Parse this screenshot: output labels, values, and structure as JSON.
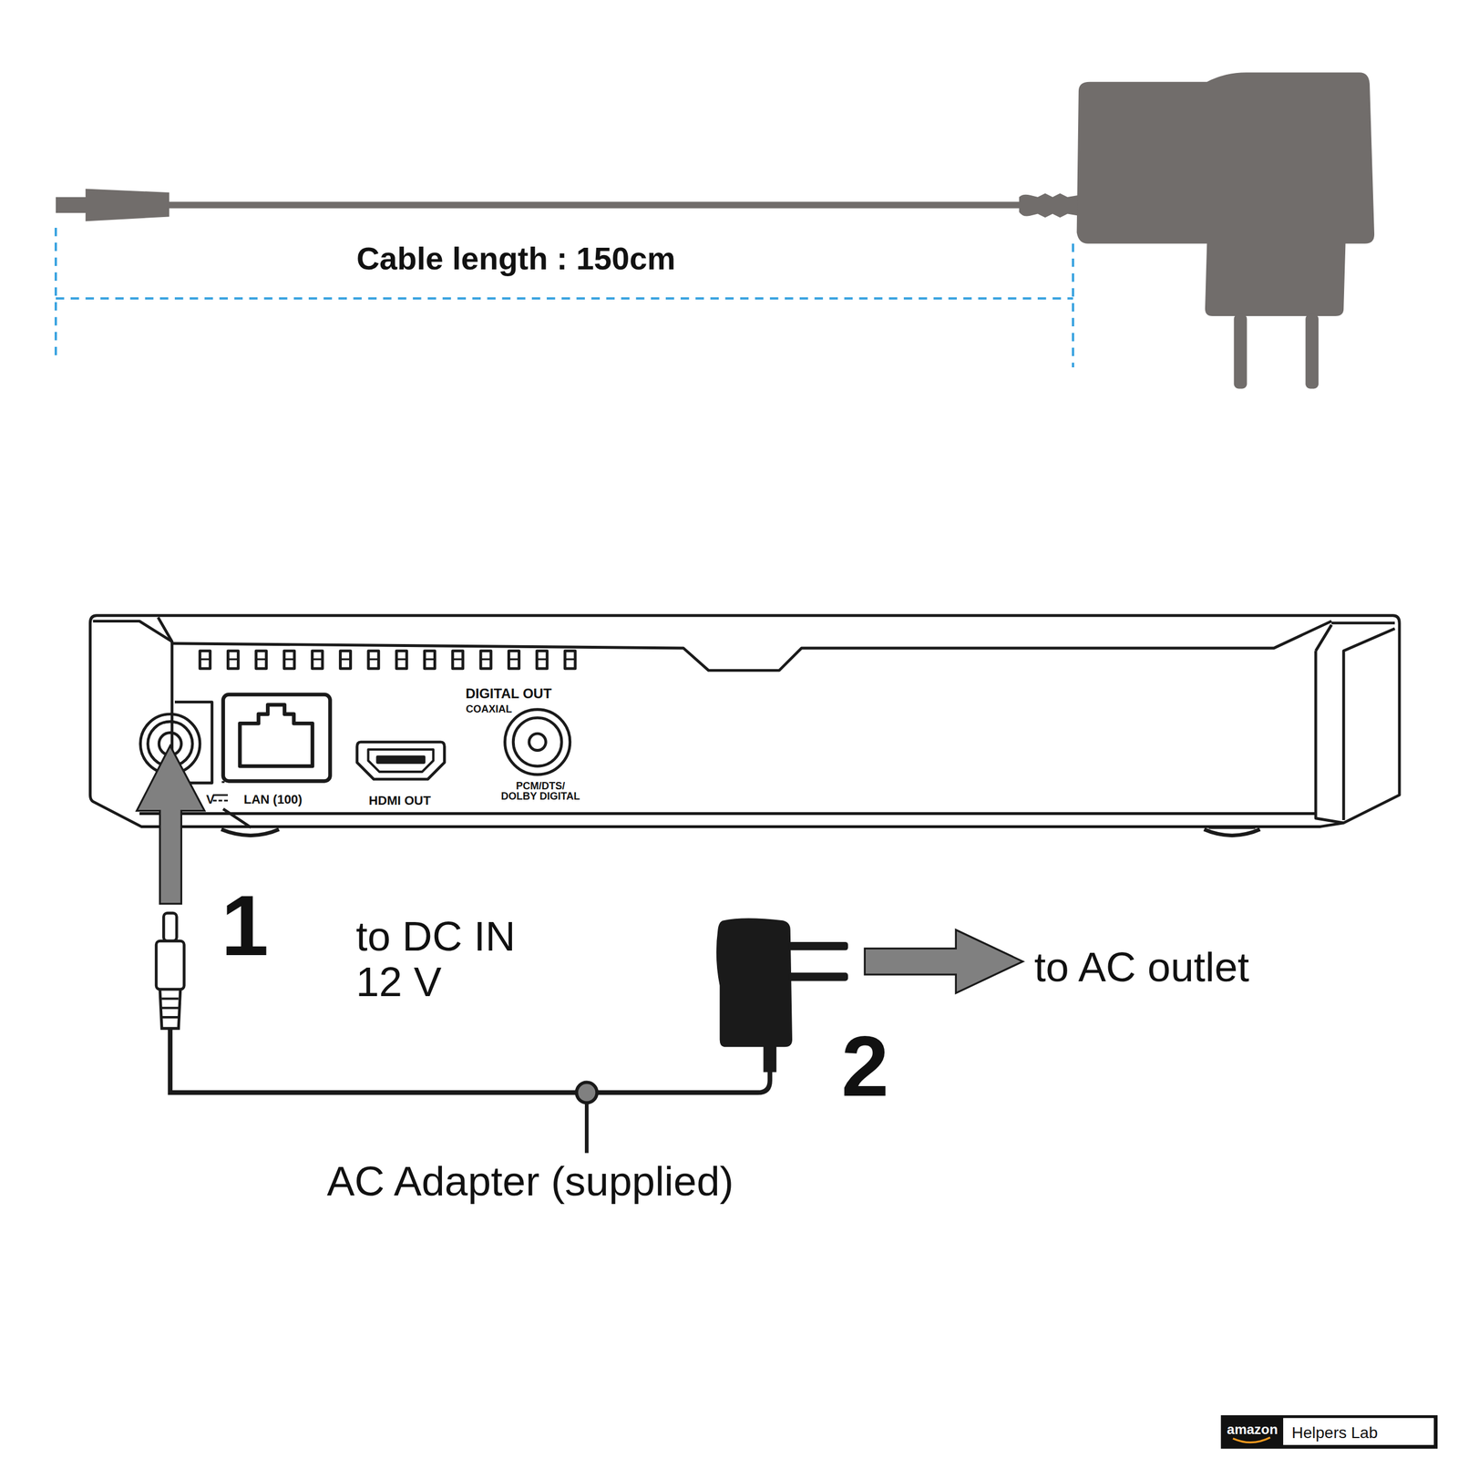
{
  "diagram": {
    "labels": [
      "Cable length : 150cm",
      "DIGITAL OUT",
      "COAXIAL",
      "V",
      "LAN (100)",
      "HDMI OUT",
      "PCM/DTS/ DOLBY DIGITAL",
      "1",
      "to DC IN 12 V",
      "2",
      "to AC outlet",
      "AC Adapter (supplied)",
      "amazon",
      "Helpers Lab"
    ]
  }
}
